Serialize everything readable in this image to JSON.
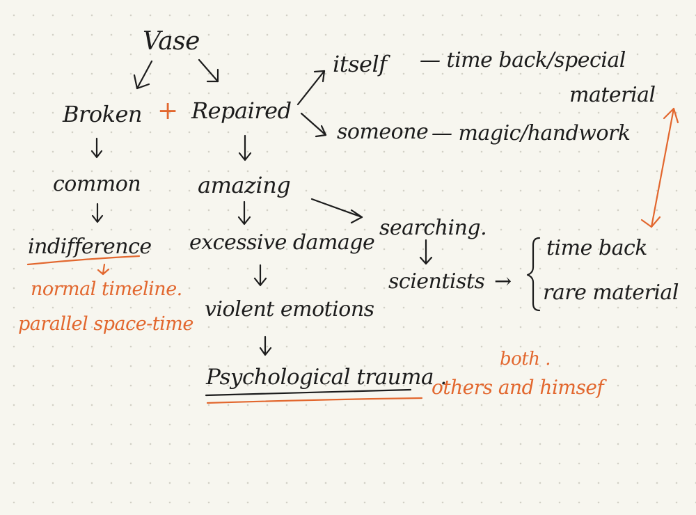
{
  "nodes": {
    "vase": "Vase",
    "broken": "Broken",
    "plus": "+",
    "repaired": "Repaired",
    "itself": "itself",
    "itself_detail": "— time back/special",
    "itself_detail_2": "material",
    "someone": "someone",
    "someone_detail": "— magic/handwork",
    "common": "common",
    "amazing": "amazing",
    "indifference": "indifference",
    "excessive_damage": "excessive damage",
    "searching": "searching.",
    "scientists": "scientists",
    "scientists_arrow": "→",
    "time_back": "time back",
    "rare_material": "rare material",
    "violent_emotions": "violent emotions",
    "psychological_trauma": "Psychological trauma ."
  },
  "notes": {
    "normal_timeline": "normal timeline.",
    "parallel_space_time": "parallel space-time",
    "both": "both .",
    "others_and_himself": "others and himsef"
  },
  "colors": {
    "ink": "#1c1c1c",
    "annotation": "#e2672e",
    "paper": "#f7f6ef"
  }
}
